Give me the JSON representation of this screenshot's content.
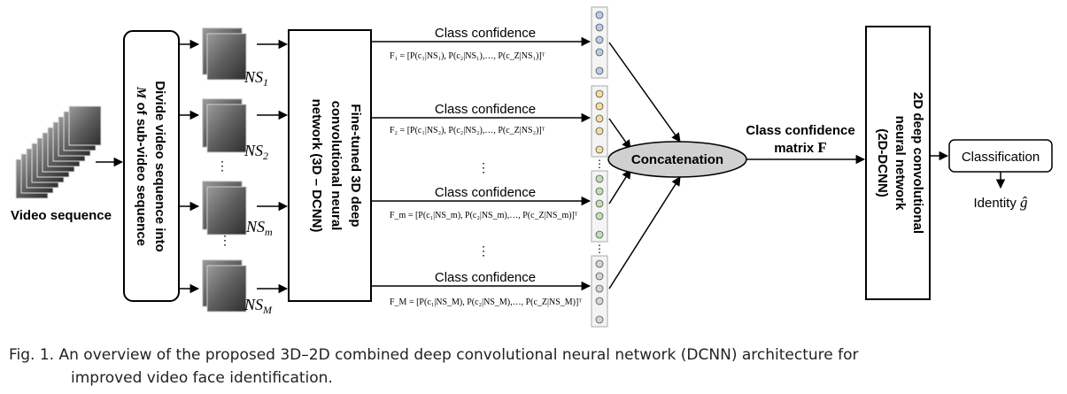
{
  "input": {
    "label": "Video sequence"
  },
  "divide_box": {
    "line1": "Divide video sequence into",
    "line2_var": "M",
    "line2_rest": " of sub-video sequence"
  },
  "sub_sequences": [
    {
      "label": "NS",
      "subscript": "1"
    },
    {
      "label": "NS",
      "subscript": "2"
    },
    {
      "label": "NS",
      "subscript": "m"
    },
    {
      "label": "NS",
      "subscript": "M"
    }
  ],
  "dots": "⋮",
  "dcnn3d_box": {
    "line1": "Fine-tuned 3D deep",
    "line2": "convolutional neural",
    "line3": "network (3D – DCNN)"
  },
  "branches": [
    {
      "title": "Class confidence",
      "formula": "F₁ = [P(c₁|NS₁), P(c₂|NS₁),…, P(c_Z|NS₁)]ᵀ",
      "color": "#b8cbe8"
    },
    {
      "title": "Class confidence",
      "formula": "F₂ = [P(c₁|NS₂), P(c₂|NS₂),…, P(c_Z|NS₂)]ᵀ",
      "color": "#f5dc9a"
    },
    {
      "title": "Class confidence",
      "formula": "F_m = [P(c₁|NS_m), P(c₂|NS_m),…, P(c_Z|NS_m)]ᵀ",
      "color": "#bfe0b0"
    },
    {
      "title": "Class confidence",
      "formula": "F_M = [P(c₁|NS_M), P(c₂|NS_M),…, P(c_Z|NS_M)]ᵀ",
      "color": "#d4d4d4"
    }
  ],
  "concat": {
    "label": "Concatenation"
  },
  "matrix": {
    "line1": "Class confidence",
    "line2": "matrix",
    "symbol": "F"
  },
  "dcnn2d_box": {
    "line1": "2D deep convolutional",
    "line2": "neural network",
    "line3": "(2D-DCNN)"
  },
  "classification": {
    "label": "Classification"
  },
  "identity": {
    "label": "Identity",
    "symbol": "ĝ"
  },
  "caption": {
    "line1": "Fig. 1. An overview of the proposed 3D–2D combined deep convolutional neural network (DCNN) architecture for",
    "line2": "improved video face identification."
  }
}
